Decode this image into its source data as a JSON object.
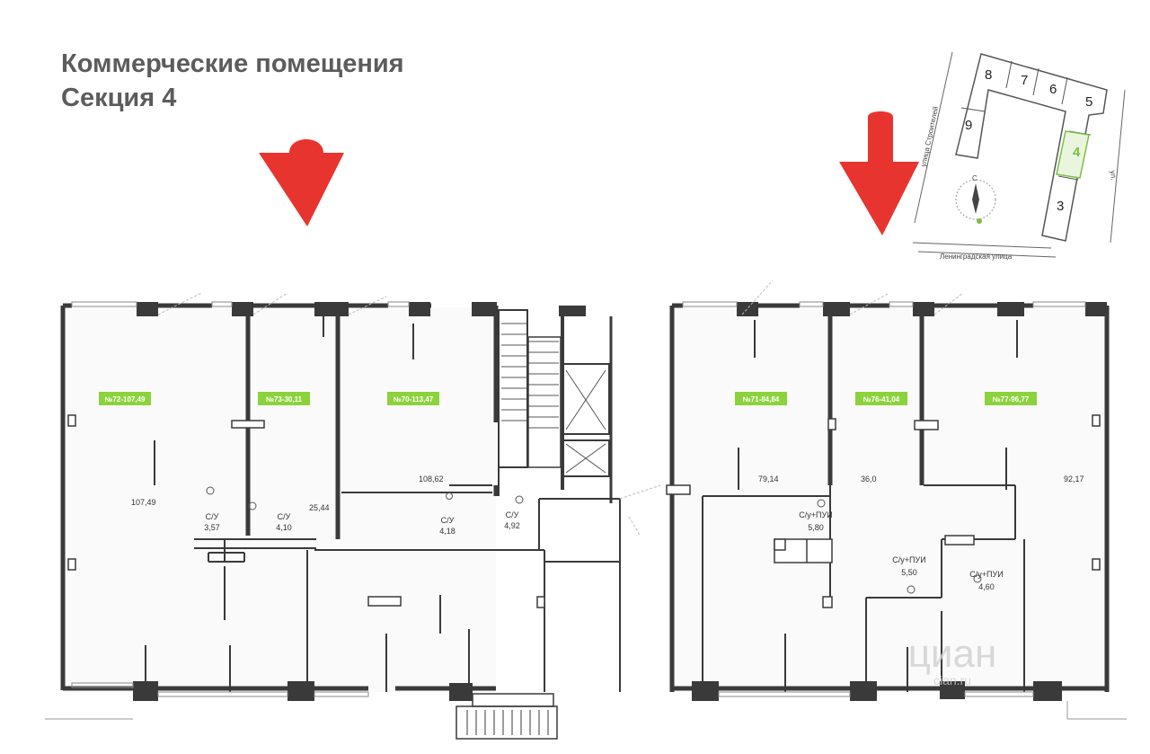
{
  "title": {
    "line1": "Коммерческие помещения",
    "line2": "Секция 4"
  },
  "units": [
    {
      "id": "u1",
      "code": "№72-107,49"
    },
    {
      "id": "u2",
      "code": "№73-30,11"
    },
    {
      "id": "u3",
      "code": "№70-113,47"
    },
    {
      "id": "u4",
      "code": "№71-84,84"
    },
    {
      "id": "u5",
      "code": "№76-41,04"
    },
    {
      "id": "u6",
      "code": "№77-96,77"
    }
  ],
  "areas": [
    {
      "id": "a1",
      "text": "107,49"
    },
    {
      "id": "a2",
      "text": "25,44"
    },
    {
      "id": "a3",
      "text": "108,62"
    },
    {
      "id": "a4",
      "text": "79,14"
    },
    {
      "id": "a5",
      "text": "36,0"
    },
    {
      "id": "a6",
      "text": "92,17"
    }
  ],
  "bathrooms": [
    {
      "id": "b1",
      "label": "С/У",
      "area": "3,57"
    },
    {
      "id": "b2",
      "label": "С/У",
      "area": "4,10"
    },
    {
      "id": "b3",
      "label": "С/У",
      "area": "4,18"
    },
    {
      "id": "b4",
      "label": "С/У",
      "area": "4,92"
    },
    {
      "id": "b5",
      "label": "С/у+ПУИ",
      "area": "5,80"
    },
    {
      "id": "b6",
      "label": "С/у+ПУИ",
      "area": "5,50"
    },
    {
      "id": "b7",
      "label": "С/у+ПУИ",
      "area": "4,60"
    }
  ],
  "site_plan": {
    "sections": [
      "8",
      "7",
      "6",
      "5",
      "9",
      "4",
      "3"
    ],
    "highlight_section": "4",
    "highlight_color": "#7ac143",
    "compass_letter": "С",
    "street_bottom": "Ленинградская улица",
    "street_left": "улица Строителей",
    "street_right": "ул."
  },
  "colors": {
    "arrow": "#e8342f",
    "wall": "#3a3a3a",
    "unit_tag": "#8cd23c",
    "title": "#5c5c5c"
  },
  "watermark": {
    "brand": "циан",
    "domain": "cian.ru"
  }
}
